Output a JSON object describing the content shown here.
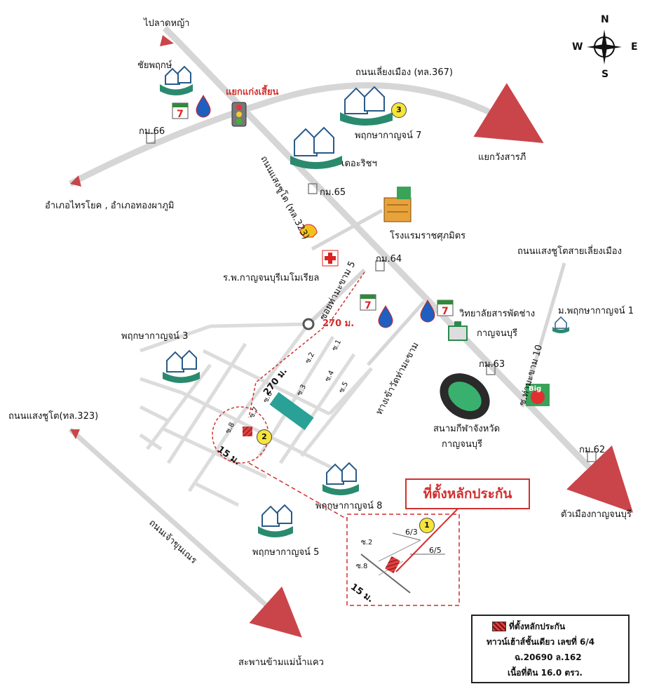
{
  "compass": {
    "n": "N",
    "s": "S",
    "e": "E",
    "w": "W"
  },
  "labels": {
    "top_north": "ไปลาดหญ้า",
    "chai_pruek": "ชัยพฤกษ์",
    "intersection": "แยกแก่งเสี้ยน",
    "km66": "กม.66",
    "lieng_mueang": "ถนนเลี่ยงเมือง (ทล.367)",
    "pruksa7": "พฤกษากาญจน์ 7",
    "the_rich": "เดอะริชฯ",
    "yaek_wang": "แยกวังสารภี",
    "saeng_chuto_323": "ถนนแสงชูโต (ทล.323)",
    "km65": "กม.65",
    "amphoe": "อำเภอไทรโยค , อำเภอทองผาภูมิ",
    "hotel": "โรงแรมราชศุภมิตร",
    "hospital": "ร.พ.กาญจนบุรีเมโมเรียล",
    "km64": "กม.64",
    "soi_tha_makham5": "ซอยท่ามะขาม 5",
    "bypass": "ถนนแสงชูโตสายเลี่ยงเมือง",
    "pruksa3": "พฤกษากาญจน์ 3",
    "dist270a": "270 ม.",
    "dist270b": "270 ม.",
    "college_1": "วิทยาลัยสารพัดช่าง",
    "college_2": "กาญจนบุรี",
    "pruksa1": "ม.พฤกษากาญจน์ 1",
    "km63": "กม.63",
    "soi_tha_makham10": "ซ.ท่ามะขาม 10",
    "temple_road": "ทางเข้าวัดท่ามะขาม",
    "stadium_1": "สนามกีฬาจังหวัด",
    "stadium_2": "กาญจนบุรี",
    "saeng_chuto_left": "ถนนแสงชูโต(ทล.323)",
    "km62": "กม.62",
    "dist15": "15 ม.",
    "dist15b": "15 ม.",
    "pruksa8": "พฤกษากาญจน์ 8",
    "city": "ตัวเมืองกาญจนบุรี",
    "chao_khun_nen": "ถนนเจ้าขุนเณร",
    "pruksa5": "พฤกษากาญจน์ 5",
    "bridge": "สะพานข้ามแม่น้ำแคว",
    "soi1": "ซ.1",
    "soi2": "ซ.2",
    "soi3": "ซ.3",
    "soi4": "ซ.4",
    "soi5": "ซ.5",
    "soi6": "ซ.6",
    "soi7": "ซ.7",
    "soi8": "ซ.8",
    "soi2_inset": "ซ.2",
    "soi8_inset": "ซ.8",
    "plot63": "6/3",
    "plot65": "6/5",
    "big": "Big"
  },
  "markers": {
    "one": "1",
    "two": "2",
    "three": "3"
  },
  "callout": "ที่ตั้งหลักประกัน",
  "legend": {
    "title": "ที่ตั้งหลักประกัน",
    "line1": "ทาวน์เฮ้าส์ชั้นเดียว เลขที่ 6/4",
    "line2": "ฉ.20690 ล.162",
    "line3": "เนื้อที่ดิน 16.0 ตรว."
  },
  "colors": {
    "road": "#d8d8d8",
    "arrow": "#c9454a",
    "red": "#d22f2f",
    "plot": "#2aa197",
    "house": "#2a8a6e"
  }
}
